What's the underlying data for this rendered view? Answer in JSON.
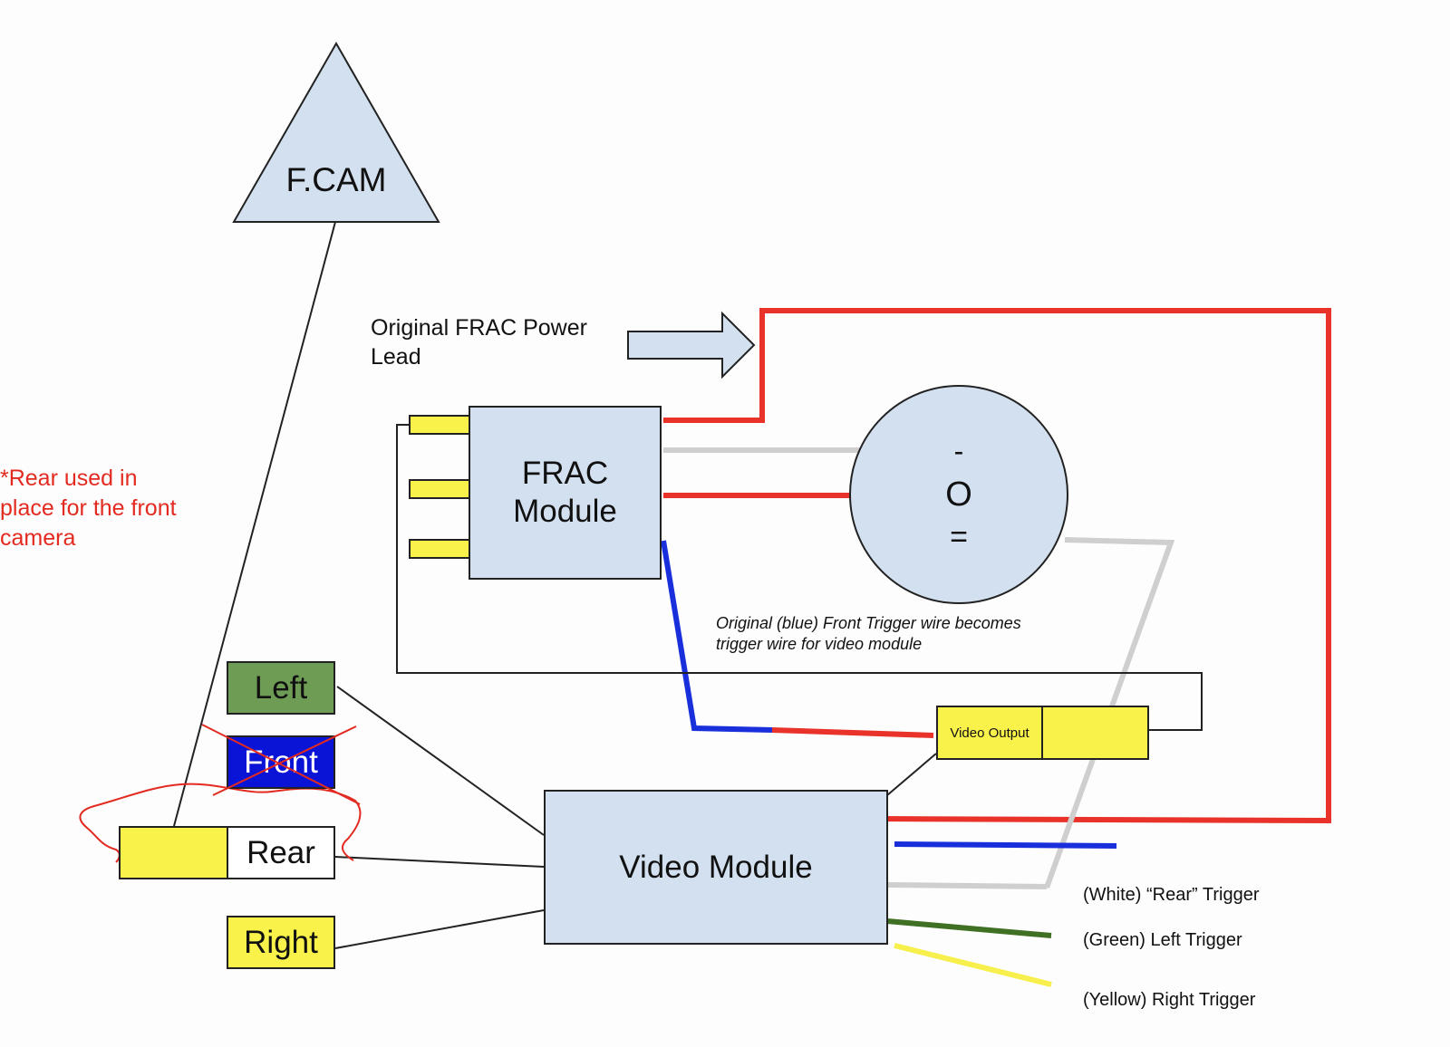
{
  "colors": {
    "module_fill": "#d3e0ef",
    "red_wire": "#e8322a",
    "gray_wire": "#cfcfcf",
    "blue_wire": "#1a2fdc",
    "green_wire": "#3f7023",
    "yellow_wire": "#f7f04c",
    "connector_yellow": "#f9f24a",
    "left_green": "#6f9c54",
    "front_blue": "#0a14d6",
    "annotation_red": "#e32a20"
  },
  "camera": {
    "label": "F.CAM"
  },
  "power_lead": {
    "label_line1": "Original FRAC Power",
    "label_line2": "Lead"
  },
  "frac_module": {
    "line1": "FRAC",
    "line2": "Module"
  },
  "switch": {
    "top": "-",
    "middle": "O",
    "bottom": "="
  },
  "annotation": {
    "line1": "*Rear used in",
    "line2": "place for the front",
    "line3": "camera"
  },
  "trigger_note": {
    "line1": "Original (blue) Front Trigger wire becomes",
    "line2": "trigger wire for video module"
  },
  "inputs": {
    "left": "Left",
    "front": "Front",
    "rear": "Rear",
    "right": "Right"
  },
  "video_output": {
    "label": "Video Output"
  },
  "video_module": {
    "label": "Video Module"
  },
  "triggers": {
    "white": "(White) “Rear” Trigger",
    "green": "(Green) Left Trigger",
    "yellow": "(Yellow) Right Trigger"
  }
}
